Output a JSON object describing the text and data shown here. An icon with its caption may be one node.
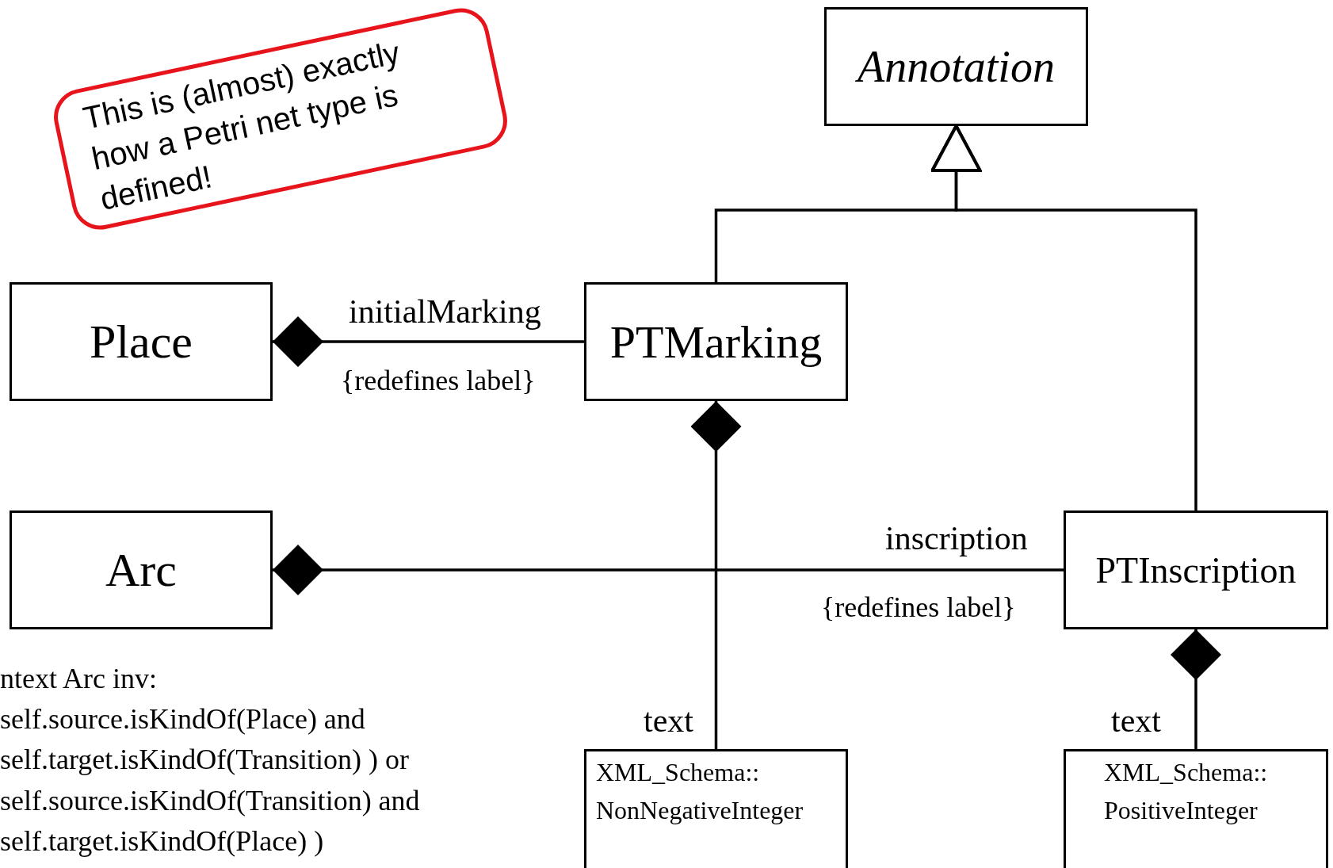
{
  "diagram": {
    "nodes": [
      {
        "text": [
          "This is (almost) exactly how a Petri net type is defined!"
        ]
      },
      {
        "text": [
          "Annotation"
        ]
      },
      {
        "text": [
          "Place"
        ]
      },
      {
        "text": [
          "PTMarking"
        ]
      },
      {
        "text": [
          "Arc"
        ]
      },
      {
        "text": [
          "PTInscription"
        ]
      },
      {
        "text": [
          "XML_Schema:: NonNegativeInteger"
        ]
      },
      {
        "text": [
          "XML_Schema:: PositiveInteger"
        ]
      }
    ],
    "edges": [
      {
        "from": 3,
        "to": 1,
        "arrow": "to"
      },
      {
        "from": 5,
        "to": 1,
        "arrow": "to"
      },
      {
        "from": 2,
        "to": 3,
        "arrow": "other",
        "label": "initialMarking"
      },
      {
        "from": 4,
        "to": 5,
        "arrow": "other",
        "label": "inscription"
      },
      {
        "from": 3,
        "to": 6,
        "arrow": "other",
        "label": "text"
      },
      {
        "from": 5,
        "to": 7,
        "arrow": "other",
        "label": "text"
      }
    ],
    "labels": [
      "{redefines label}",
      "{redefines label}",
      "ntext Arc inv:",
      "self.source.isKindOf(Place) and",
      "self.target.isKindOf(Transition) ) or",
      "self.source.isKindOf(Transition) and",
      "self.target.isKindOf(Place) )"
    ]
  }
}
